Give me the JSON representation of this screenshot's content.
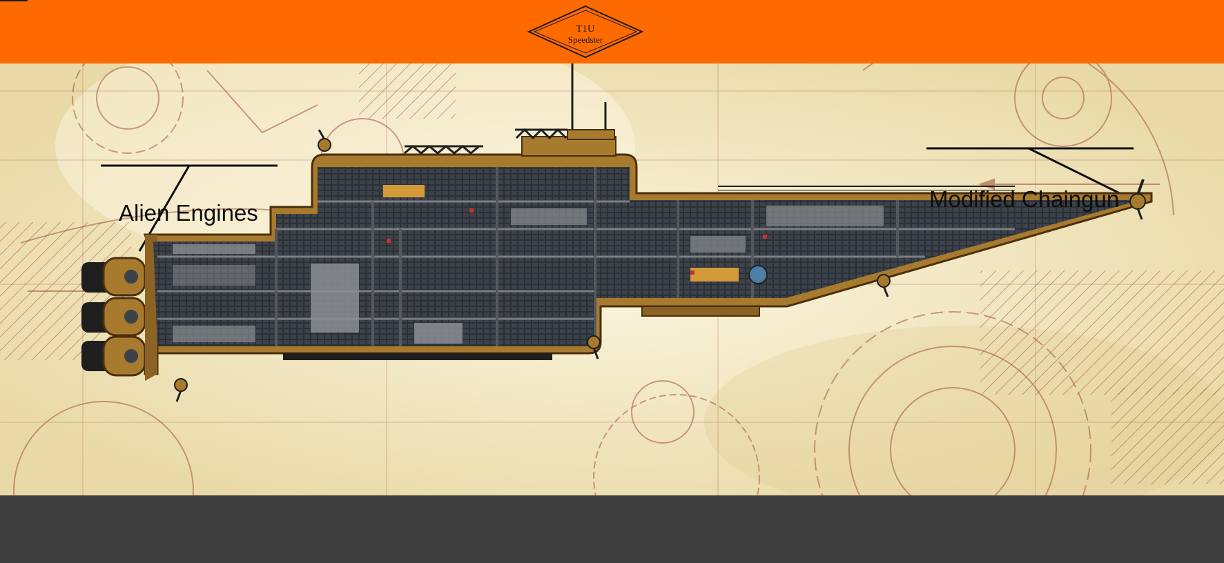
{
  "header": {
    "logo_line1": "T1U",
    "logo_line2": "Speedster",
    "brand_color": "#ff6a00"
  },
  "callouts": [
    {
      "id": "engines",
      "label": "Alien Engines"
    },
    {
      "id": "weapon",
      "label": "Modified Chaingun"
    }
  ],
  "colors": {
    "paper": "#f3e8c4",
    "sketch": "#a0573a",
    "hull": "#a77a2e",
    "interior": "#2b3036",
    "footer": "#3f3f3f"
  }
}
